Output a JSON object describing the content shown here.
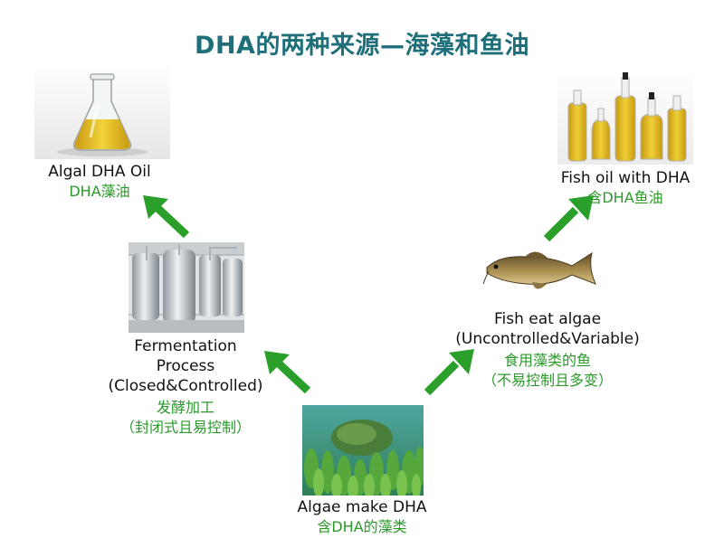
{
  "title": "DHA的两种来源—海藻和鱼油",
  "nodes": {
    "algal_oil": {
      "en": "Algal DHA Oil",
      "cn": "DHA藻油"
    },
    "fermentation": {
      "en_line1": "Fermentation",
      "en_line2": "Process",
      "en_line3": "(Closed&Controlled)",
      "cn_line1": "发酵加工",
      "cn_line2": "（封闭式且易控制）"
    },
    "algae": {
      "en": "Algae make DHA",
      "cn": "含DHA的藻类"
    },
    "fish": {
      "en_line1": "Fish eat algae",
      "en_line2": "(Uncontrolled&Variable)",
      "cn_line1": "食用藻类的鱼",
      "cn_line2": "（不易控制且多变）"
    },
    "fish_oil": {
      "en": "Fish oil with DHA",
      "cn": "含DHA鱼油"
    }
  },
  "colors": {
    "title": "#1f6f7a",
    "arrow": "#2aa02a",
    "cn_text": "#2a9a2a",
    "oil": "#d9b41a"
  }
}
